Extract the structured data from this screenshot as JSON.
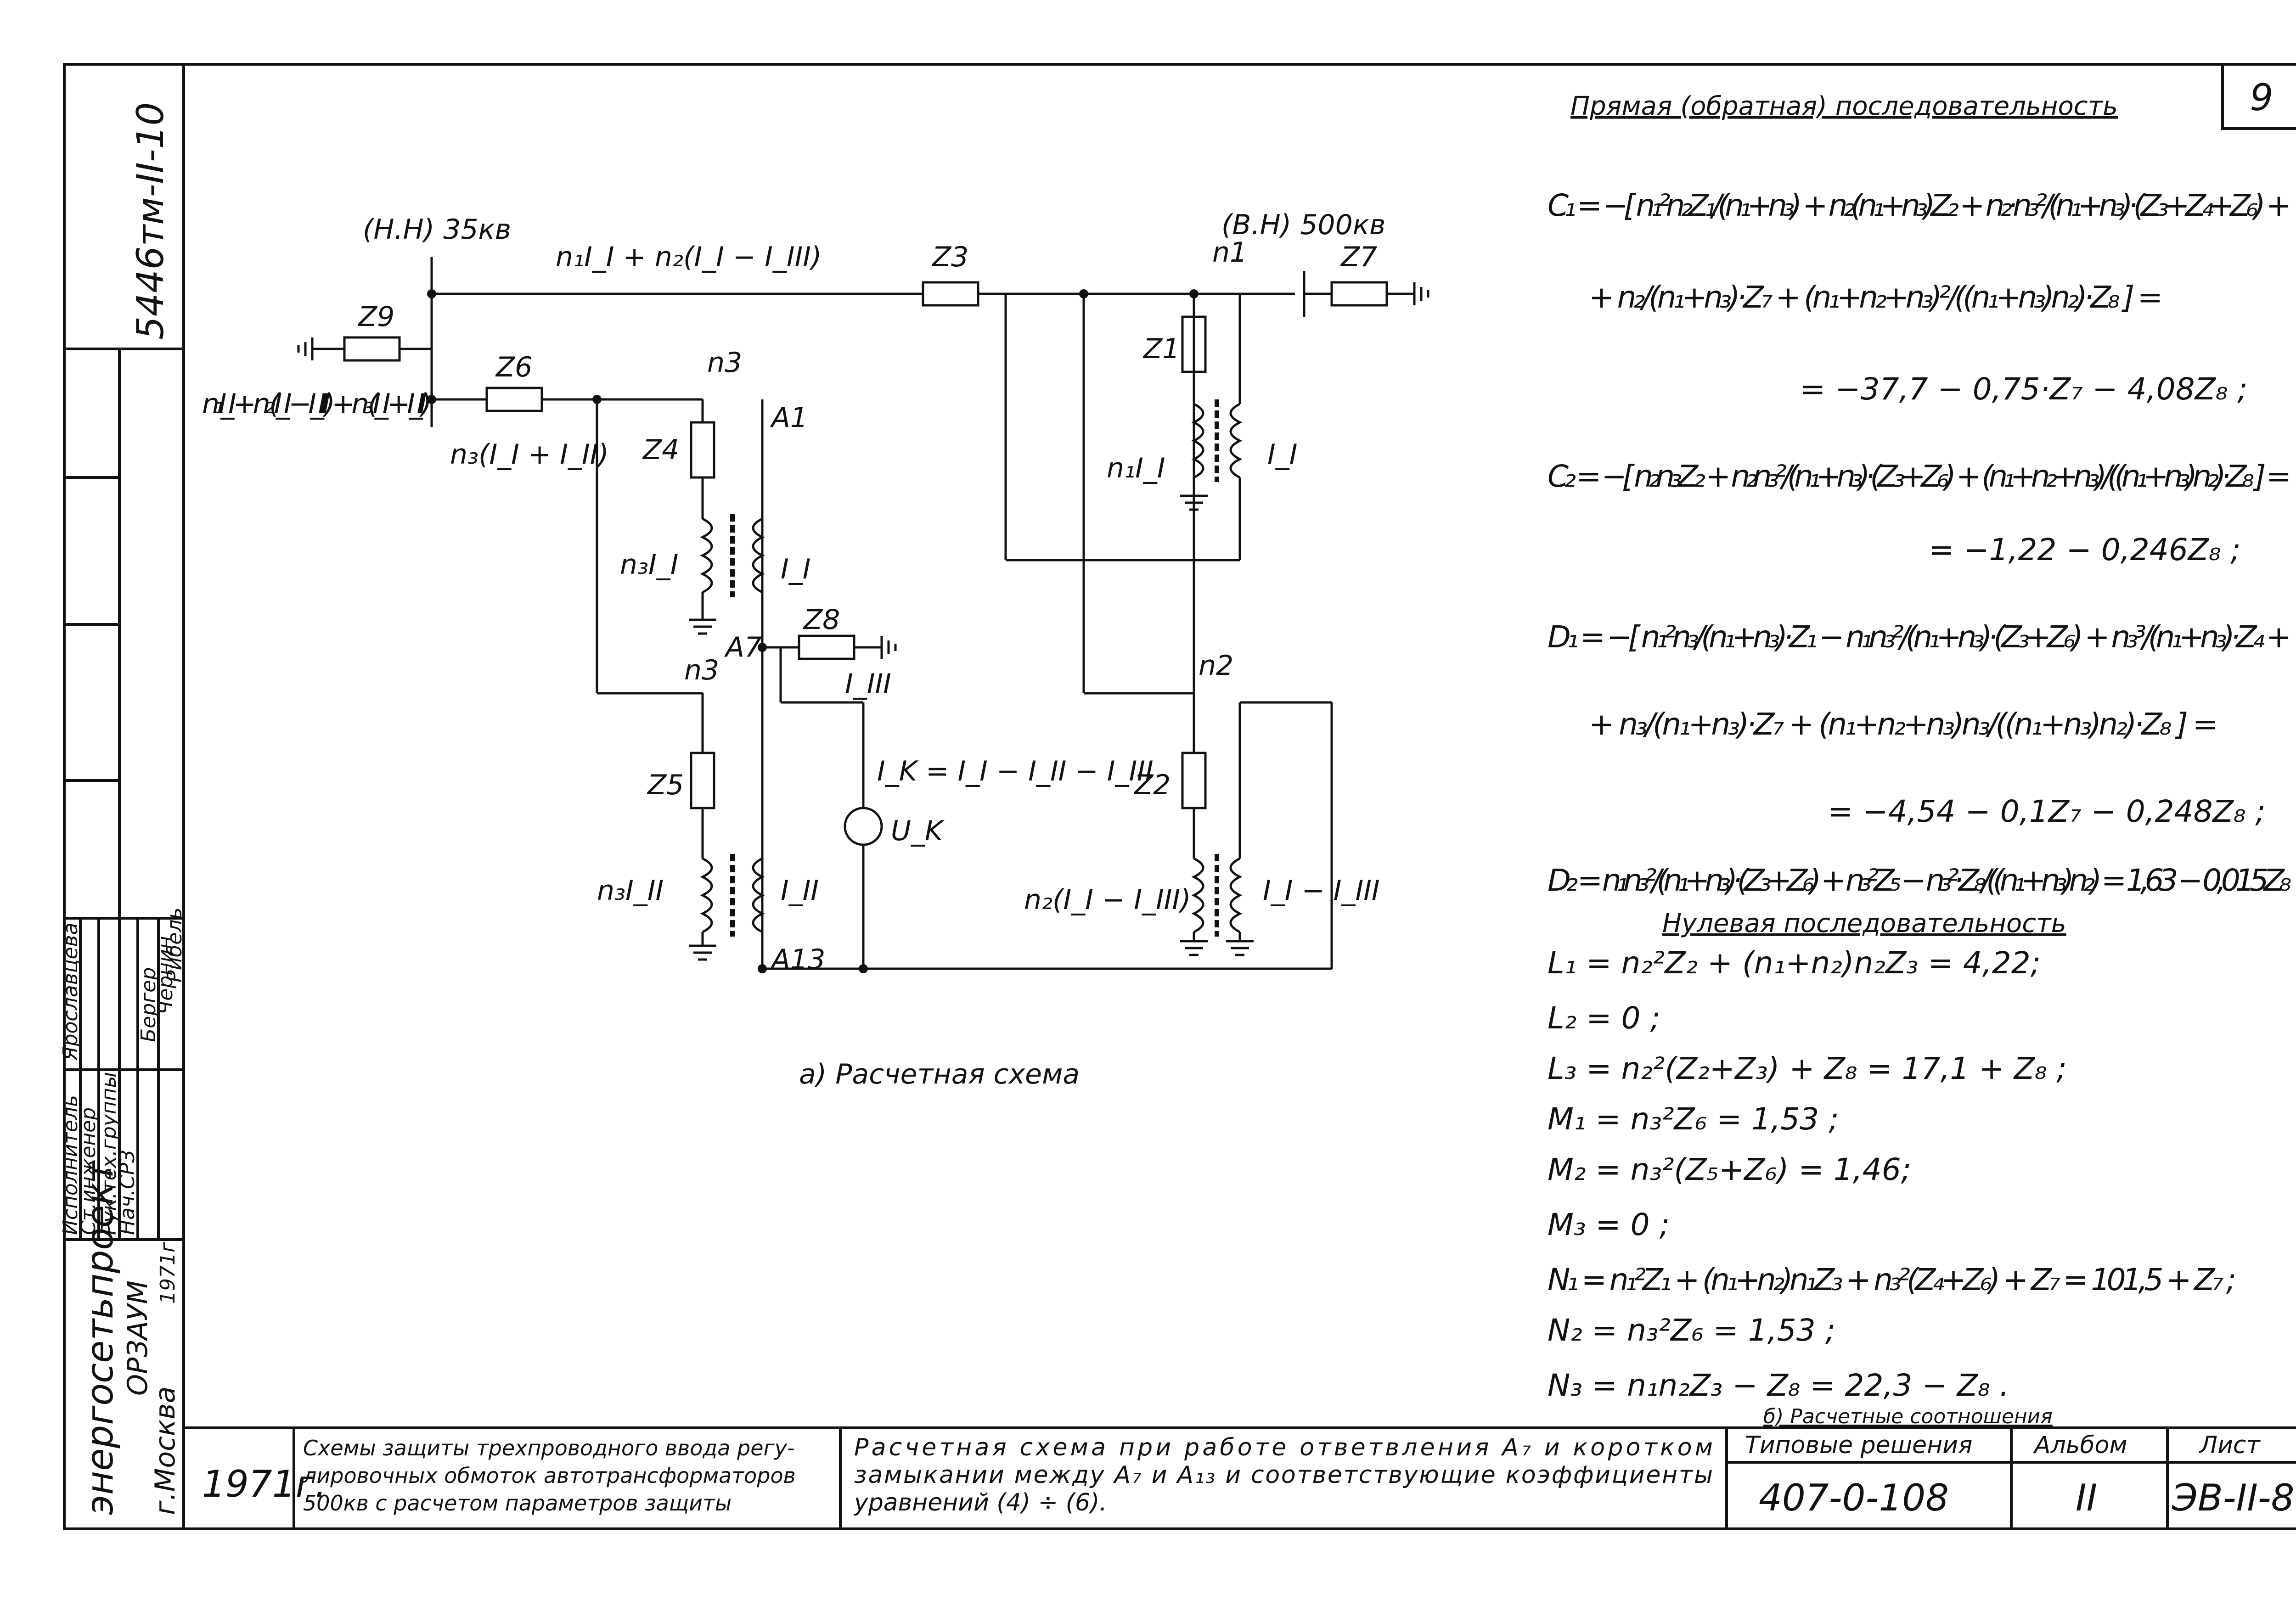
{
  "sheet_number": "9",
  "left_strip": {
    "code": "5446тм-II-10",
    "org": "энергосетьпроект",
    "dept": "ОРЗАУМ",
    "city": "г.Москва",
    "year": "1971г",
    "roles": [
      "Исполнитель",
      "Ст.инженер",
      "Рук.тех.группы",
      "Нач.СРЗ"
    ],
    "names": [
      "Ярославцева",
      "Бергер",
      "Чернин",
      "Рибель"
    ]
  },
  "circuit": {
    "lv_label": "(Н.Н) 35кв",
    "hv_label": "(В.Н) 500кв",
    "top_current": "n₁I_I + n₂(I_I − I_III)",
    "left_current": "n₁I_I + n₂(I_I − I_III) + n₃(I_I + I_II)",
    "z6_current": "n₃(I_I + I_II)",
    "z_labels": [
      "Z1",
      "Z2",
      "Z3",
      "Z4",
      "Z5",
      "Z6",
      "Z7",
      "Z8",
      "Z9"
    ],
    "n_labels": [
      "n1",
      "n2",
      "n3",
      "n3"
    ],
    "nodes": [
      "A1",
      "A7",
      "A13"
    ],
    "currents": {
      "I1": "I_I",
      "I2": "I_II",
      "I3": "I_III",
      "n1I1": "n₁I_I",
      "n3I1": "n₃I_I",
      "n3I2": "n₃I_II",
      "n2diff": "n₂(I_I − I_III)",
      "diff": "I_I − I_III",
      "ik": "I_K = I_I − I_II − I_III",
      "uk": "U_K"
    },
    "caption": "а) Расчетная схема"
  },
  "calc": {
    "title": "Прямая (обратная) последовательность",
    "C1_line1": "C₁ = −[ n₁²n₂Z₁/(n₁+n₃) + n₂(n₁+n₃)Z₂ + n₂·n₃²/(n₁+n₃)·(Z₃+Z₄+Z₆) +",
    "C1_line2": "+ n₂/(n₁+n₃)·Z₇ + (n₁+n₂+n₃)²/((n₁+n₃)n₂)·Z₈ ] =",
    "C1_result": "= −37,7 − 0,75·Z₇ − 4,08Z₈ ;",
    "C2_line1": "C₂ = −[ n₂n₃Z₂ + n₂n₃²/(n₁+n₃)·(Z₃+Z₆) + (n₁+n₂+n₃)/((n₁+n₃)n₂)·Z₈ ] =",
    "C2_result": "= −1,22 − 0,246Z₈ ;",
    "D1_line1": "D₁ = −[ n₁²n₃/(n₁+n₃)·Z₁ − n₁n₃²/(n₁+n₃)·(Z₃+Z₆) + n₃³/(n₁+n₃)·Z₄ +",
    "D1_line2": "+ n₃/(n₁+n₃)·Z₇ + (n₁+n₂+n₃)n₃/((n₁+n₃)n₂)·Z₈ ] =",
    "D1_result": "= −4,54 − 0,1Z₇ − 0,248Z₈ ;",
    "D2_line": "D₂ = n₁n₃²/(n₁+n₃)·(Z₃+Z₆) + n₃²Z₅ − n₃²·Z₈/((n₁+n₃)n₂) = 1,63 − 0,015Z₈",
    "zero_title": "Нулевая последовательность",
    "L1": "L₁ = n₂²Z₂ + (n₁+n₂)n₂Z₃ = 4,22;",
    "L2": "L₂ = 0 ;",
    "L3": "L₃ = n₂²(Z₂+Z₃) + Z₈ = 17,1 + Z₈ ;",
    "M1": "M₁ = n₃²Z₆ = 1,53 ;",
    "M2": "M₂ = n₃²(Z₅+Z₆) = 1,46;",
    "M3": "M₃ = 0 ;",
    "N1": "N₁ = n₁²Z₁ + (n₁+n₂)n₁Z₃ + n₃²(Z₄+Z₆) + Z₇ = 101,5 + Z₇ ;",
    "N2": "N₂ = n₃²Z₆ = 1,53 ;",
    "N3": "N₃ = n₁n₂Z₃ − Z₈ = 22,3 − Z₈ .",
    "caption": "б) Расчетные соотношения"
  },
  "title_block": {
    "year": "1971г.",
    "desc1": "Схемы защиты трехпроводного ввода регу-",
    "desc2": "лировочных обмоток автотрансформаторов",
    "desc3": "500кв с расчетом параметров защиты",
    "sheet1": "Расчетная схема при работе ответвления A₇ и коротком",
    "sheet2": "замыкании между A₇ и A₁₃ и соответствующие коэффициенты",
    "sheet3": "уравнений (4) ÷ (6).",
    "typ_label": "Типовые решения",
    "typ_value": "407-0-108",
    "album_label": "Альбом",
    "album_value": "II",
    "list_label": "Лист",
    "list_value": "ЭВ-II-8"
  }
}
